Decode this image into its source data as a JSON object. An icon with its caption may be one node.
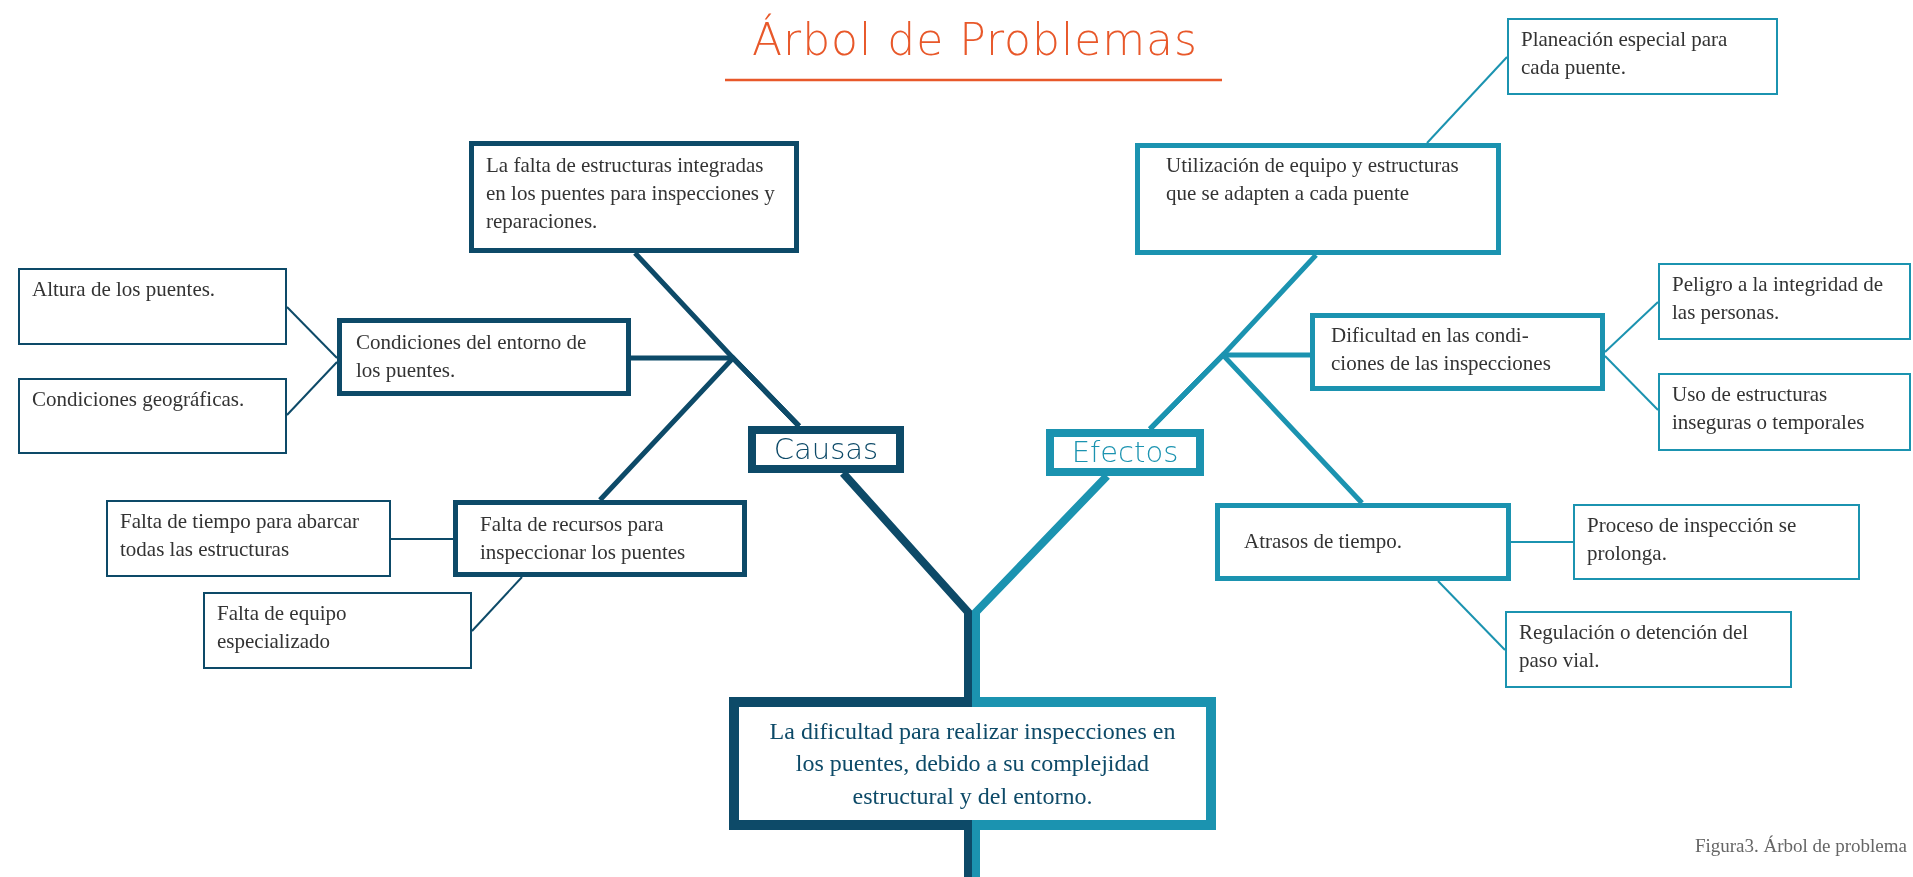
{
  "diagram": {
    "title": "Árbol de Problemas",
    "caption": "Figura3. Árbol de problema",
    "nodes": [
      {
        "text": [
          "Causas"
        ]
      },
      {
        "text": [
          "Efectos"
        ]
      },
      {
        "text": [
          "La dificultad para realizar inspecciones en los puentes, debido a su complejidad estructural y del entorno."
        ]
      },
      {
        "text": [
          "La falta de estructuras integradas en los puentes para inspecciones y reparaciones."
        ]
      },
      {
        "text": [
          "Condiciones del entorno de los puentes."
        ]
      },
      {
        "text": [
          "Altura de los puentes."
        ]
      },
      {
        "text": [
          "Condiciones geográficas."
        ]
      },
      {
        "text": [
          "Falta de recursos para inspeccionar los puentes"
        ]
      },
      {
        "text": [
          "Falta de tiempo para abarcar todas las estructuras"
        ]
      },
      {
        "text": [
          "Falta de equipo especializado"
        ]
      },
      {
        "text": [
          "Utilización de equipo y estructuras que se adapten a cada puente"
        ]
      },
      {
        "text": [
          "Planeación especial para cada puente."
        ]
      },
      {
        "text": [
          "Dificultad en las condi- ciones de las inspecciones"
        ]
      },
      {
        "text": [
          "Peligro a la integridad de las personas."
        ]
      },
      {
        "text": [
          "Uso de estructuras inseguras o temporales"
        ]
      },
      {
        "text": [
          "Atrasos de tiempo."
        ]
      },
      {
        "text": [
          "Proceso de inspección se prolonga."
        ]
      },
      {
        "text": [
          "Regulación o detención del paso vial."
        ]
      }
    ],
    "edges": [
      {
        "from": 2,
        "to": 0,
        "arrow": "none",
        "style": "thick"
      },
      {
        "from": 2,
        "to": 1,
        "arrow": "none",
        "style": "thick",
        "color": "#1b93b0"
      },
      {
        "from": 0,
        "to": 3,
        "arrow": "none",
        "style": "thick"
      },
      {
        "from": 0,
        "to": 4,
        "arrow": "none",
        "style": "thick"
      },
      {
        "from": 0,
        "to": 7,
        "arrow": "none",
        "style": "thick"
      },
      {
        "from": 4,
        "to": 5,
        "arrow": "none"
      },
      {
        "from": 4,
        "to": 6,
        "arrow": "none"
      },
      {
        "from": 7,
        "to": 8,
        "arrow": "none"
      },
      {
        "from": 7,
        "to": 9,
        "arrow": "none"
      },
      {
        "from": 1,
        "to": 10,
        "arrow": "none",
        "style": "thick",
        "color": "#1b93b0"
      },
      {
        "from": 1,
        "to": 12,
        "arrow": "none",
        "style": "thick",
        "color": "#1b93b0"
      },
      {
        "from": 1,
        "to": 15,
        "arrow": "none",
        "style": "thick",
        "color": "#1b93b0"
      },
      {
        "from": 10,
        "to": 11,
        "arrow": "none",
        "color": "#1b93b0"
      },
      {
        "from": 12,
        "to": 13,
        "arrow": "none",
        "color": "#1b93b0"
      },
      {
        "from": 12,
        "to": 14,
        "arrow": "none",
        "color": "#1b93b0"
      },
      {
        "from": 15,
        "to": 16,
        "arrow": "none",
        "color": "#1b93b0"
      },
      {
        "from": 15,
        "to": 17,
        "arrow": "none",
        "color": "#1b93b0"
      }
    ]
  }
}
